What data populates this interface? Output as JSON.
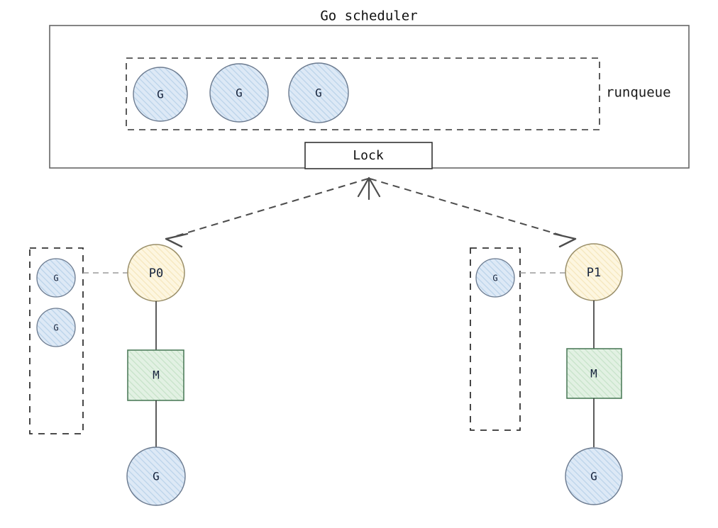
{
  "diagram": {
    "title": "Go scheduler",
    "type": "go-runtime-scheduler-gmp-model",
    "scheduler_box": {
      "runqueue_label": "runqueue",
      "global_runqueue_goroutines": [
        {
          "label": "G"
        },
        {
          "label": "G"
        },
        {
          "label": "G"
        }
      ],
      "lock": {
        "label": "Lock"
      }
    },
    "processors": [
      {
        "id": "P0",
        "label": "P0",
        "local_runqueue": [
          {
            "label": "G"
          },
          {
            "label": "G"
          }
        ],
        "machine": {
          "label": "M"
        },
        "running_goroutine": {
          "label": "G"
        }
      },
      {
        "id": "P1",
        "label": "P1",
        "local_runqueue": [
          {
            "label": "G"
          }
        ],
        "machine": {
          "label": "M"
        },
        "running_goroutine": {
          "label": "G"
        }
      }
    ],
    "colors": {
      "goroutine_fill": "#dae8f5",
      "goroutine_stroke": "#6b7a8f",
      "processor_fill": "#fdf1cf",
      "processor_stroke": "#9a8f6a",
      "machine_fill": "#d5ead6",
      "machine_stroke": "#4f7d5c",
      "box_stroke": "#666666",
      "dashed_stroke": "#333333",
      "arrow_stroke": "#4d4d4d",
      "text": "#14213a",
      "background": "#ffffff"
    }
  }
}
